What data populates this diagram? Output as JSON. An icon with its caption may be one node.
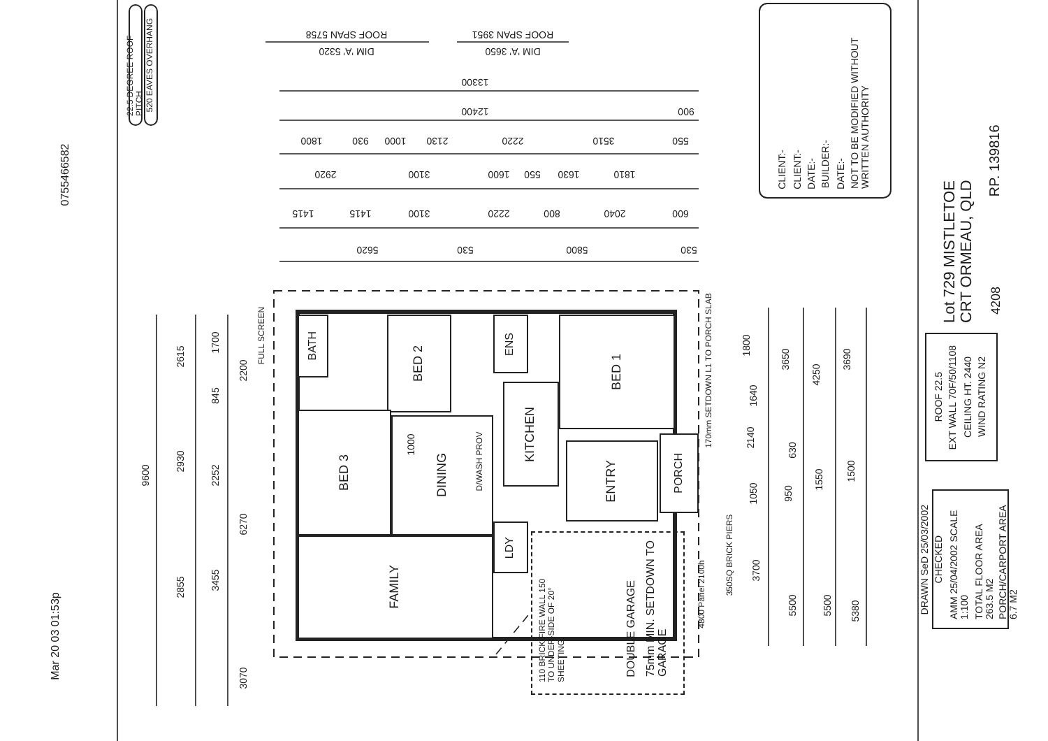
{
  "diagram": {
    "nodes": [
      {
        "text": [
          "22.5 DEGREE ROOF PITCH"
        ]
      },
      {
        "text": [
          "520 EAVES OVERHANG"
        ]
      },
      {
        "text": [
          "BATH"
        ]
      },
      {
        "text": [
          "ENS"
        ]
      },
      {
        "text": [
          "BED 2"
        ]
      },
      {
        "text": [
          "BED 1"
        ]
      },
      {
        "text": [
          "BED 3"
        ]
      },
      {
        "text": [
          "KITCHEN"
        ]
      },
      {
        "text": [
          "DINING"
        ]
      },
      {
        "text": [
          "FAMILY"
        ]
      },
      {
        "text": [
          "LDY"
        ]
      },
      {
        "text": [
          "ENTRY"
        ]
      },
      {
        "text": [
          "PORCH"
        ]
      },
      {
        "text": [
          "DOUBLE GARAGE",
          "75mm MIN. SETDOWN TO GARAGE"
        ]
      },
      {
        "text": [
          "CLIENT:-",
          "CLIENT:-",
          "DATE:-",
          "BUILDER:-",
          "DATE:-",
          "NOT TO BE MODIFIED WITHOUT WRITTEN AUTHORITY"
        ]
      },
      {
        "text": [
          "ROOF 22.5",
          "EXT WALL 70F/50/1108",
          "CEILING HT. 2440",
          "WIND RATING N2"
        ]
      },
      {
        "text": [
          "DRAWN SeD 25/03/2002",
          "CHECKED",
          "AMM 25/04/2002 SCALE 1:100",
          "TOTAL FLOOR AREA 263.5 M2",
          "PORCH/CARPORT AREA 6.7 M2"
        ]
      }
    ],
    "labels": [
      "0755466582",
      "Mar 20 03 01:53p",
      "ROOF SPAN 5758",
      "DIM 'A' 5320",
      "ROOF SPAN 3951",
      "DIM 'A' 3650",
      "13300",
      "12400",
      "900",
      "1800",
      "930",
      "1000",
      "2130",
      "2220",
      "3510",
      "550",
      "2920",
      "3100",
      "1600",
      "550",
      "1630",
      "1810",
      "1415",
      "1415",
      "3100",
      "2220",
      "800",
      "2040",
      "600",
      "5620",
      "530",
      "5800",
      "530",
      "9600",
      "2615",
      "2930",
      "2855",
      "1700",
      "845",
      "2252",
      "3455",
      "2200",
      "6270",
      "3070",
      "FULL SCREEN",
      "1800",
      "1640",
      "3650",
      "4250",
      "3690",
      "170mm SETDOWN L1 TO PORCH SLAB",
      "2140",
      "1050",
      "3700",
      "630",
      "950",
      "5500",
      "1550",
      "5500",
      "1500",
      "5380",
      "350SQ BRICK PIERS",
      "4800 Panel 2100h",
      "D/WASH PROV",
      "1000",
      "110 BRICK FIRE WALL 150 TO UNDER-SIDE OF 20° SHEETING",
      "Lot 729 MISTLETOE CRT ORMEAU, QLD",
      "RP. 139816",
      "4208"
    ]
  }
}
